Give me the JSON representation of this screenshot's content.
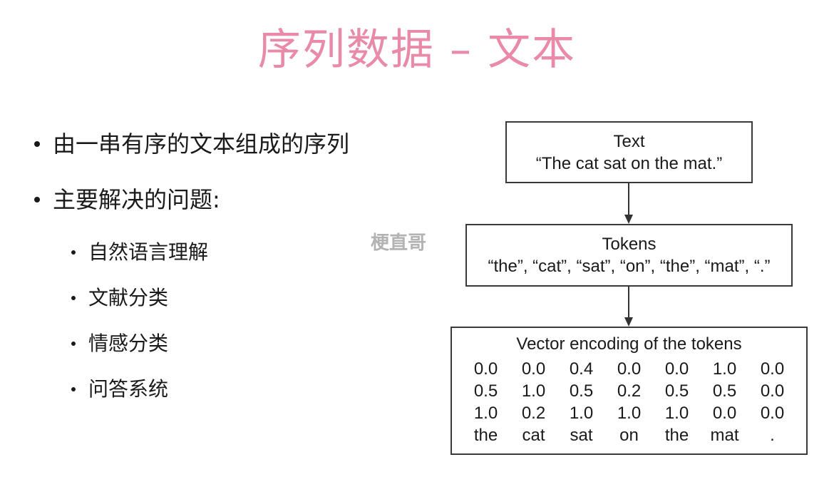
{
  "slide": {
    "title": "序列数据 – 文本",
    "title_color": "#e88aa8",
    "bullets": [
      {
        "text": "由一串有序的文本组成的序列",
        "subitems": []
      },
      {
        "text": "主要解决的问题:",
        "subitems": [
          "自然语言理解",
          "文献分类",
          "情感分类",
          "问答系统"
        ]
      }
    ],
    "watermark": "梗直哥"
  },
  "diagram": {
    "text_box": {
      "heading": "Text",
      "content": "“The cat sat on the mat.”"
    },
    "tokens_box": {
      "heading": "Tokens",
      "content": "“the”, “cat”, “sat”, “on”, “the”, “mat”, “.”"
    },
    "vector_box": {
      "heading": "Vector encoding of the tokens",
      "rows": [
        [
          "0.0",
          "0.0",
          "0.4",
          "0.0",
          "0.0",
          "1.0",
          "0.0"
        ],
        [
          "0.5",
          "1.0",
          "0.5",
          "0.2",
          "0.5",
          "0.5",
          "0.0"
        ],
        [
          "1.0",
          "0.2",
          "1.0",
          "1.0",
          "1.0",
          "0.0",
          "0.0"
        ],
        [
          "the",
          "cat",
          "sat",
          "on",
          "the",
          "mat",
          "."
        ]
      ]
    }
  }
}
